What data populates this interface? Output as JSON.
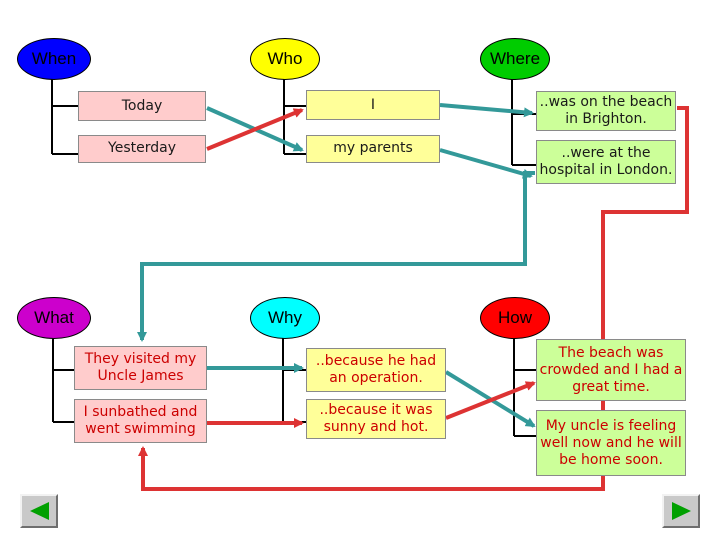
{
  "headings": {
    "when": "When",
    "who": "Who",
    "where": "Where",
    "what": "What",
    "why": "Why",
    "how": "How"
  },
  "top_rows": {
    "when": [
      "Today",
      "Yesterday"
    ],
    "who": [
      "I",
      "my parents"
    ],
    "where": [
      "..was on the beach in Brighton.",
      "..were at the hospital in London."
    ]
  },
  "bottom_rows": {
    "what": [
      "They visited my Uncle James",
      "I sunbathed and went swimming"
    ],
    "why": [
      "..because he had an operation.",
      "..because it was sunny and hot."
    ],
    "how": [
      "The beach was crowded and I had a great time.",
      "My uncle is feeling well now and he will be home soon."
    ]
  },
  "colors": {
    "when": "#0000ff",
    "who": "#ffff00",
    "where": "#00cc00",
    "what": "#cc00cc",
    "why": "#00ffff",
    "how": "#ff0000",
    "teal_arrow": "#339999",
    "red_arrow": "#dd3333"
  },
  "nav": {
    "back_icon": "triangle-left-icon",
    "forward_icon": "triangle-right-icon"
  }
}
